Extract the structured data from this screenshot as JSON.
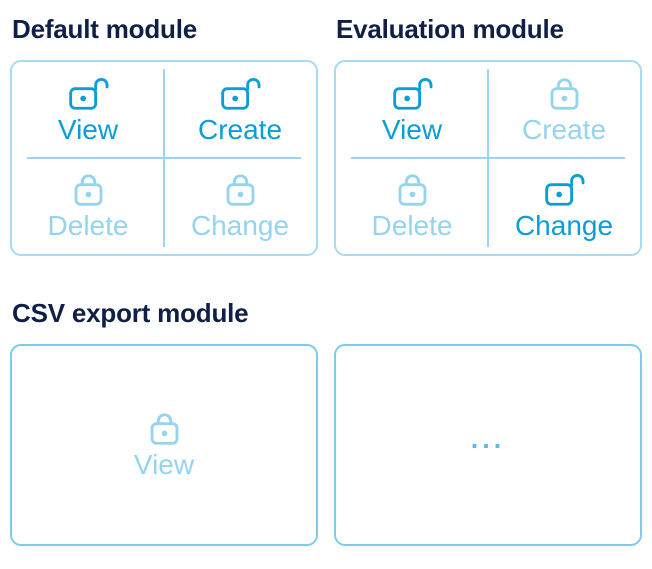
{
  "colors": {
    "granted": "#0a9ed7",
    "denied": "#96d3ee",
    "title-navy": "#101f45",
    "card-border": "#a7dbf2",
    "card-border-strong": "#7ecbea",
    "divider": "#9bd5ef",
    "dots": "#5ebbe5"
  },
  "modules": [
    {
      "title": "Default module",
      "permissions": [
        {
          "label": "View",
          "state": "granted",
          "icon": "lock-open-icon"
        },
        {
          "label": "Create",
          "state": "granted",
          "icon": "lock-open-icon"
        },
        {
          "label": "Delete",
          "state": "denied",
          "icon": "lock-closed-icon"
        },
        {
          "label": "Change",
          "state": "denied",
          "icon": "lock-closed-icon"
        }
      ]
    },
    {
      "title": "Evaluation module",
      "permissions": [
        {
          "label": "View",
          "state": "granted",
          "icon": "lock-open-icon"
        },
        {
          "label": "Create",
          "state": "denied",
          "icon": "lock-closed-icon"
        },
        {
          "label": "Delete",
          "state": "denied",
          "icon": "lock-closed-icon"
        },
        {
          "label": "Change",
          "state": "granted",
          "icon": "lock-open-icon"
        }
      ]
    },
    {
      "title": "CSV export module",
      "permissions": [
        {
          "label": "View",
          "state": "denied",
          "icon": "lock-closed-icon"
        }
      ]
    },
    {
      "title": "",
      "placeholder": "...",
      "permissions": []
    }
  ]
}
